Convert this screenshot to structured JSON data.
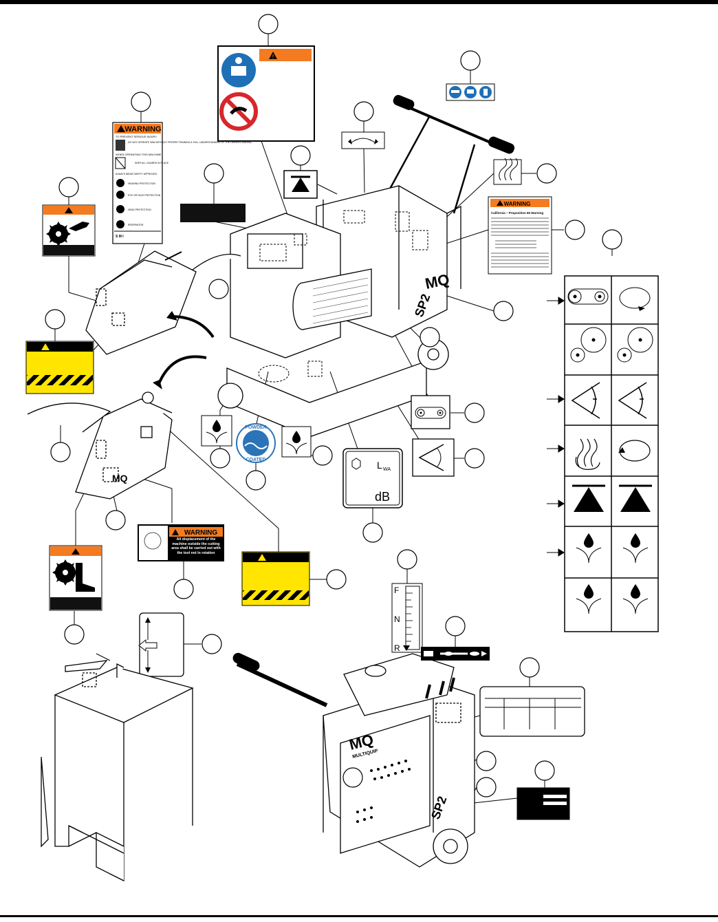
{
  "decals": {
    "warning_text": "WARNING",
    "warning_lead": "TO PREVENT SERIOUS INJURY",
    "warning_row1": "DO NOT OPERATE SAW WITHOUT PROPER TRAINING & FULL UNDERSTANDING OF THE OWNERS MANUAL",
    "warning_when": "WHEN OPERATING THIS MACHINE",
    "warning_row2": "KEEP ALL GUARDS IN PLACE",
    "warning_always": "ALWAYS WEAR SAFETY APPROVED",
    "ppe": [
      "HEARING PROTECTION",
      "EYE OR FACE PROTECTION",
      "HEAD PROTECTION",
      "RESPIRATOR"
    ],
    "warning_footer": "S M I",
    "prop65_title": "WARNING",
    "prop65_heading": "California – Proposition 65 Warning",
    "displacement_title": "WARNING",
    "displacement_text": "All displacement of the machine outside the cutting area shall be carried out with the tool not in rotation",
    "sound_unit": "L",
    "sound_sub": "WA",
    "sound_db": "dB",
    "powder_top": "POWDER",
    "powder_bottom": "COATED",
    "brand": "MQ",
    "brand_name": "MULTIQUIP",
    "model": "SP2",
    "gauge_top": "F",
    "gauge_mid": "N",
    "gauge_bottom": "R"
  },
  "colors": {
    "warning_orange": "#f47b20",
    "caution_yellow": "#ffe500",
    "mandatory_blue": "#1f6fb7",
    "prohibit_red": "#d7262c",
    "powder_blue": "#2b74b8"
  }
}
